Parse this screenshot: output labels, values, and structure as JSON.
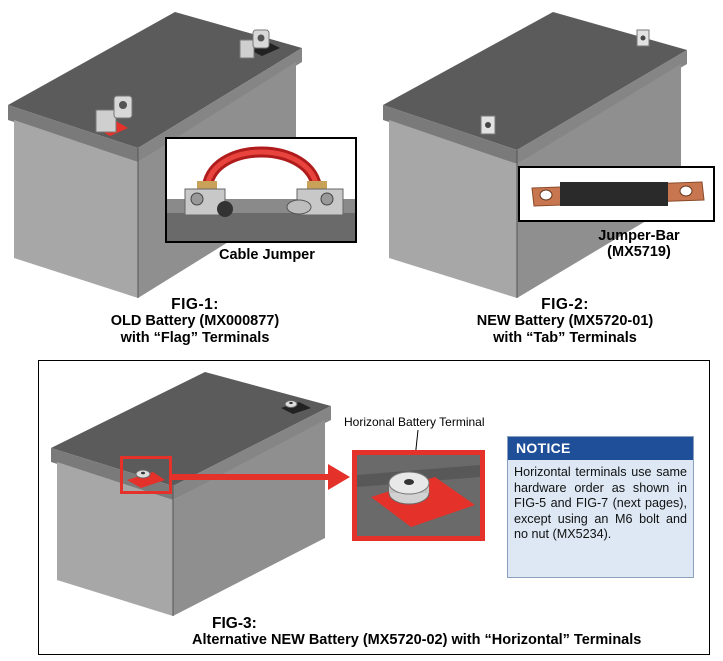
{
  "fig1": {
    "number": "FIG-1:",
    "line1": "OLD Battery (MX000877)",
    "line2": "with “Flag” Terminals",
    "inset_label": "Cable Jumper"
  },
  "fig2": {
    "number": "FIG-2:",
    "line1": "NEW Battery (MX5720-01)",
    "line2": "with “Tab” Terminals",
    "inset_label_1": "Jumper-Bar",
    "inset_label_2": "(MX5719)"
  },
  "fig3": {
    "number": "FIG-3:",
    "line1": "Alternative NEW Battery (MX5720-02) with “Horizontal” Terminals",
    "callout_label": "Horizonal Battery Terminal"
  },
  "notice": {
    "title": "NOTICE",
    "body": "Horizontal terminals use same hardware order as shown in FIG-5 and FIG-7 (next pages), except using an M6 bolt and no nut (MX5234)."
  },
  "colors": {
    "battery_top": "#5a5a5a",
    "battery_side": "#9a9a9a",
    "terminal_red": "#e4322b",
    "notice_header": "#1f4f99",
    "notice_bg": "#dde8f4",
    "copper": "#c8764f"
  }
}
